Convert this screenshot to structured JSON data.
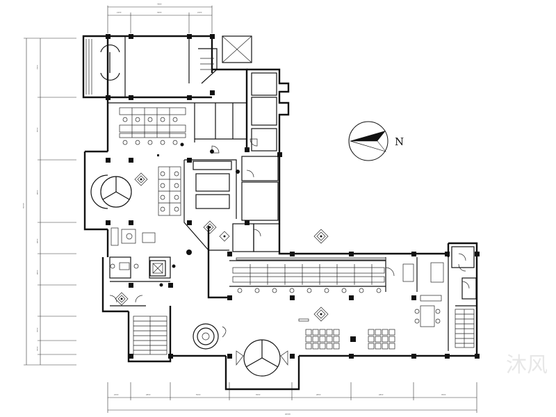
{
  "drawing": {
    "north_label": "N",
    "watermark": "沐风",
    "dim_top": [
      "²¹⁰⁰",
      "³²⁰⁰",
      "²¹⁰⁰"
    ],
    "dim_top_total": "⁷⁴⁰⁰",
    "dim_bottom": [
      "²⁰⁰⁰",
      "⁴⁵⁰⁰",
      "⁵⁰⁰⁰",
      "⁶⁰⁰⁰",
      "⁴⁵⁰⁰",
      "⁴⁵⁰⁰",
      "³⁰⁰⁰"
    ],
    "dim_bottom_total": "⁴⁰⁰⁰⁰",
    "dim_left": [
      "⁷⁵⁰⁰",
      "⁶⁰⁰⁰",
      "⁴⁵⁰⁰",
      "⁴⁵⁰⁰",
      "⁴⁵⁰⁰",
      "³⁰⁰⁰",
      "³⁰⁰⁰"
    ],
    "dim_left_total": "³⁰⁰⁰⁰"
  }
}
